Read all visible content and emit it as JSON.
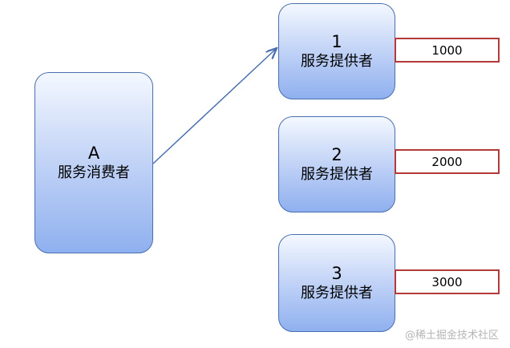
{
  "consumer": {
    "letter": "A",
    "label": "服务消费者"
  },
  "providers": [
    {
      "number": "1",
      "label": "服务提供者",
      "value": "1000"
    },
    {
      "number": "2",
      "label": "服务提供者",
      "value": "2000"
    },
    {
      "number": "3",
      "label": "服务提供者",
      "value": "3000"
    }
  ],
  "watermark": "@稀土掘金技术社区",
  "colors": {
    "box_border": "#4a6fae",
    "tag_border": "#b23a3a",
    "arrow": "#4a6fae"
  }
}
